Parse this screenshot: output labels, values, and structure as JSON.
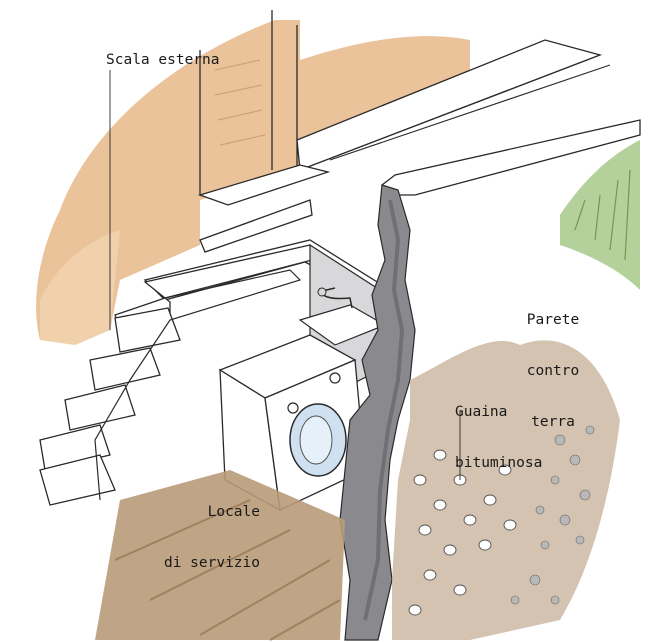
{
  "labels": {
    "scala": "Scala esterna",
    "parete_1": "Parete",
    "parete_2": "contro",
    "parete_3": "terra",
    "guaina_1": "Guaina",
    "guaina_2": "bituminosa",
    "locale_1": "Locale",
    "locale_2": "di servizio"
  },
  "colors": {
    "wall_wash": "#e7b889",
    "wall_wash_light": "#f1d4b0",
    "soil": "#cbb9a2",
    "cut_section": "#8a8a8e",
    "cut_dark": "#6f6f74",
    "floor": "#b89a78",
    "floor_dark": "#a0805f",
    "grass": "#9cc27a",
    "gravel": "#b8b8b8",
    "ink": "#2a2a2a",
    "glass": "#cfe0f0"
  }
}
